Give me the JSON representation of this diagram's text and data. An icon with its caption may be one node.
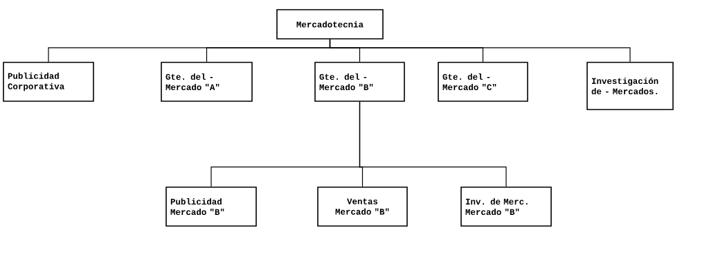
{
  "diagram": {
    "nodes": [
      {
        "text": [
          "Mercadotecnia"
        ]
      },
      {
        "text": [
          "Publicidad Corporativa"
        ]
      },
      {
        "text": [
          "Gte. del - Mercado \"A\""
        ]
      },
      {
        "text": [
          "Gte. del - Mercado \"B\""
        ]
      },
      {
        "text": [
          "Gte. del - Mercado \"C\""
        ]
      },
      {
        "text": [
          "Investigación de - Mercados."
        ]
      },
      {
        "text": [
          "Publicidad Mercado \"B\""
        ]
      },
      {
        "text": [
          "Ventas Mercado \"B\""
        ]
      },
      {
        "text": [
          "Inv. de Merc. Mercado \"B\""
        ]
      }
    ],
    "edges": [
      {
        "from": 0,
        "to": 1,
        "arrow": "none"
      },
      {
        "from": 0,
        "to": 2,
        "arrow": "none"
      },
      {
        "from": 0,
        "to": 3,
        "arrow": "none"
      },
      {
        "from": 0,
        "to": 4,
        "arrow": "none"
      },
      {
        "from": 0,
        "to": 5,
        "arrow": "none"
      },
      {
        "from": 3,
        "to": 6,
        "arrow": "none"
      },
      {
        "from": 3,
        "to": 7,
        "arrow": "none"
      },
      {
        "from": 3,
        "to": 8,
        "arrow": "none"
      }
    ]
  }
}
